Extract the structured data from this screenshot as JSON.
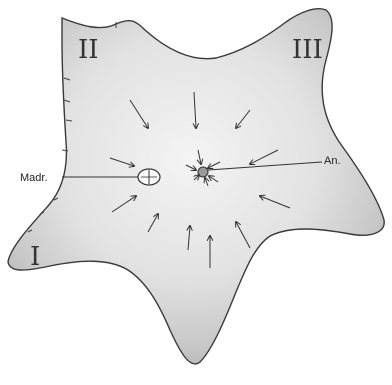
{
  "figure": {
    "arm_labels": [
      "II",
      "III",
      "I"
    ],
    "madreporite_label": "Madr.",
    "anus_label": "An."
  },
  "colors": {
    "ink": "#2a2a2a",
    "body_fill": "#d9d9d9",
    "body_shade": "#b5b5b5"
  }
}
